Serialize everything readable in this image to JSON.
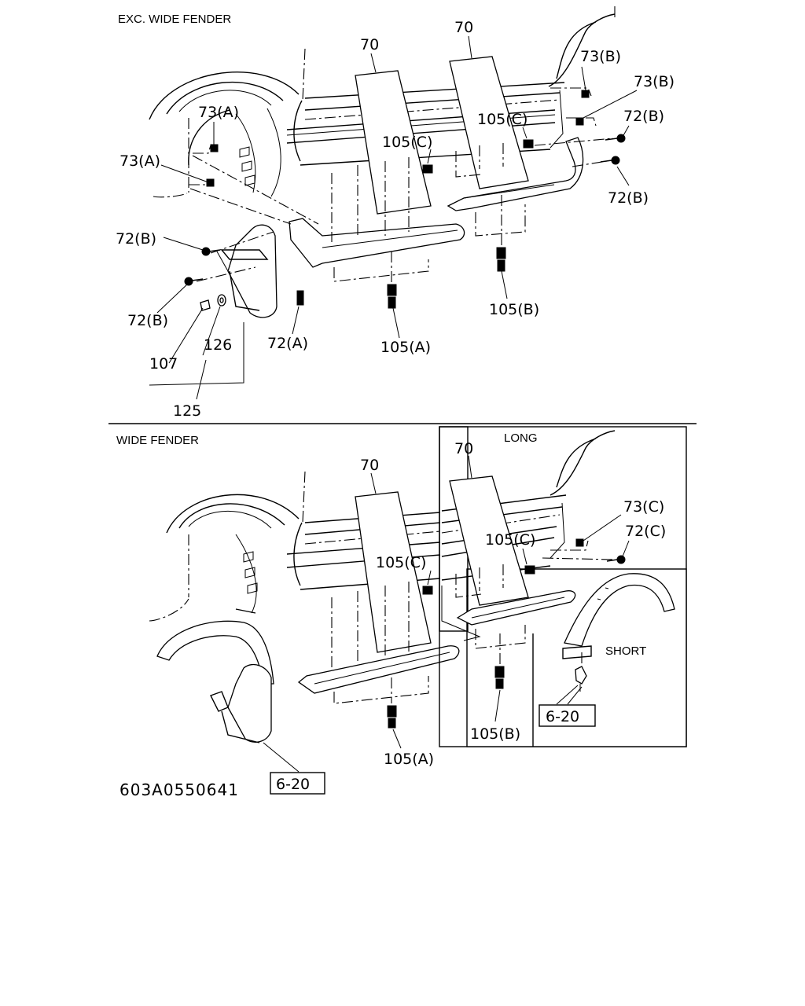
{
  "sections": {
    "top_title": "EXC. WIDE FENDER",
    "bottom_title": "WIDE FENDER",
    "long_title": "LONG",
    "short_title": "SHORT"
  },
  "callouts": {
    "top": {
      "c70a": "70",
      "c70b": "70",
      "c73b1": "73(B)",
      "c73b2": "73(B)",
      "c73a1": "73(A)",
      "c73a2": "73(A)",
      "c105c1": "105(C)",
      "c105c2": "105(C)",
      "c72b1": "72(B)",
      "c72b2": "72(B)",
      "c72b3": "72(B)",
      "c72b4": "72(B)",
      "c72a": "72(A)",
      "c105a": "105(A)",
      "c105b": "105(B)",
      "c107": "107",
      "c126": "126",
      "c125": "125"
    },
    "bottom": {
      "c70a": "70",
      "c70b": "70",
      "c105c1": "105(C)",
      "c105c2": "105(C)",
      "c73c": "73(C)",
      "c72c": "72(C)",
      "c105a": "105(A)",
      "c105b": "105(B)",
      "ref1": "6-20",
      "ref2": "6-20"
    }
  },
  "drawing_code": "603A0550641",
  "icons": [
    "bolt-icon",
    "clip-icon",
    "screw-icon",
    "washer-icon",
    "fastener-icon"
  ]
}
